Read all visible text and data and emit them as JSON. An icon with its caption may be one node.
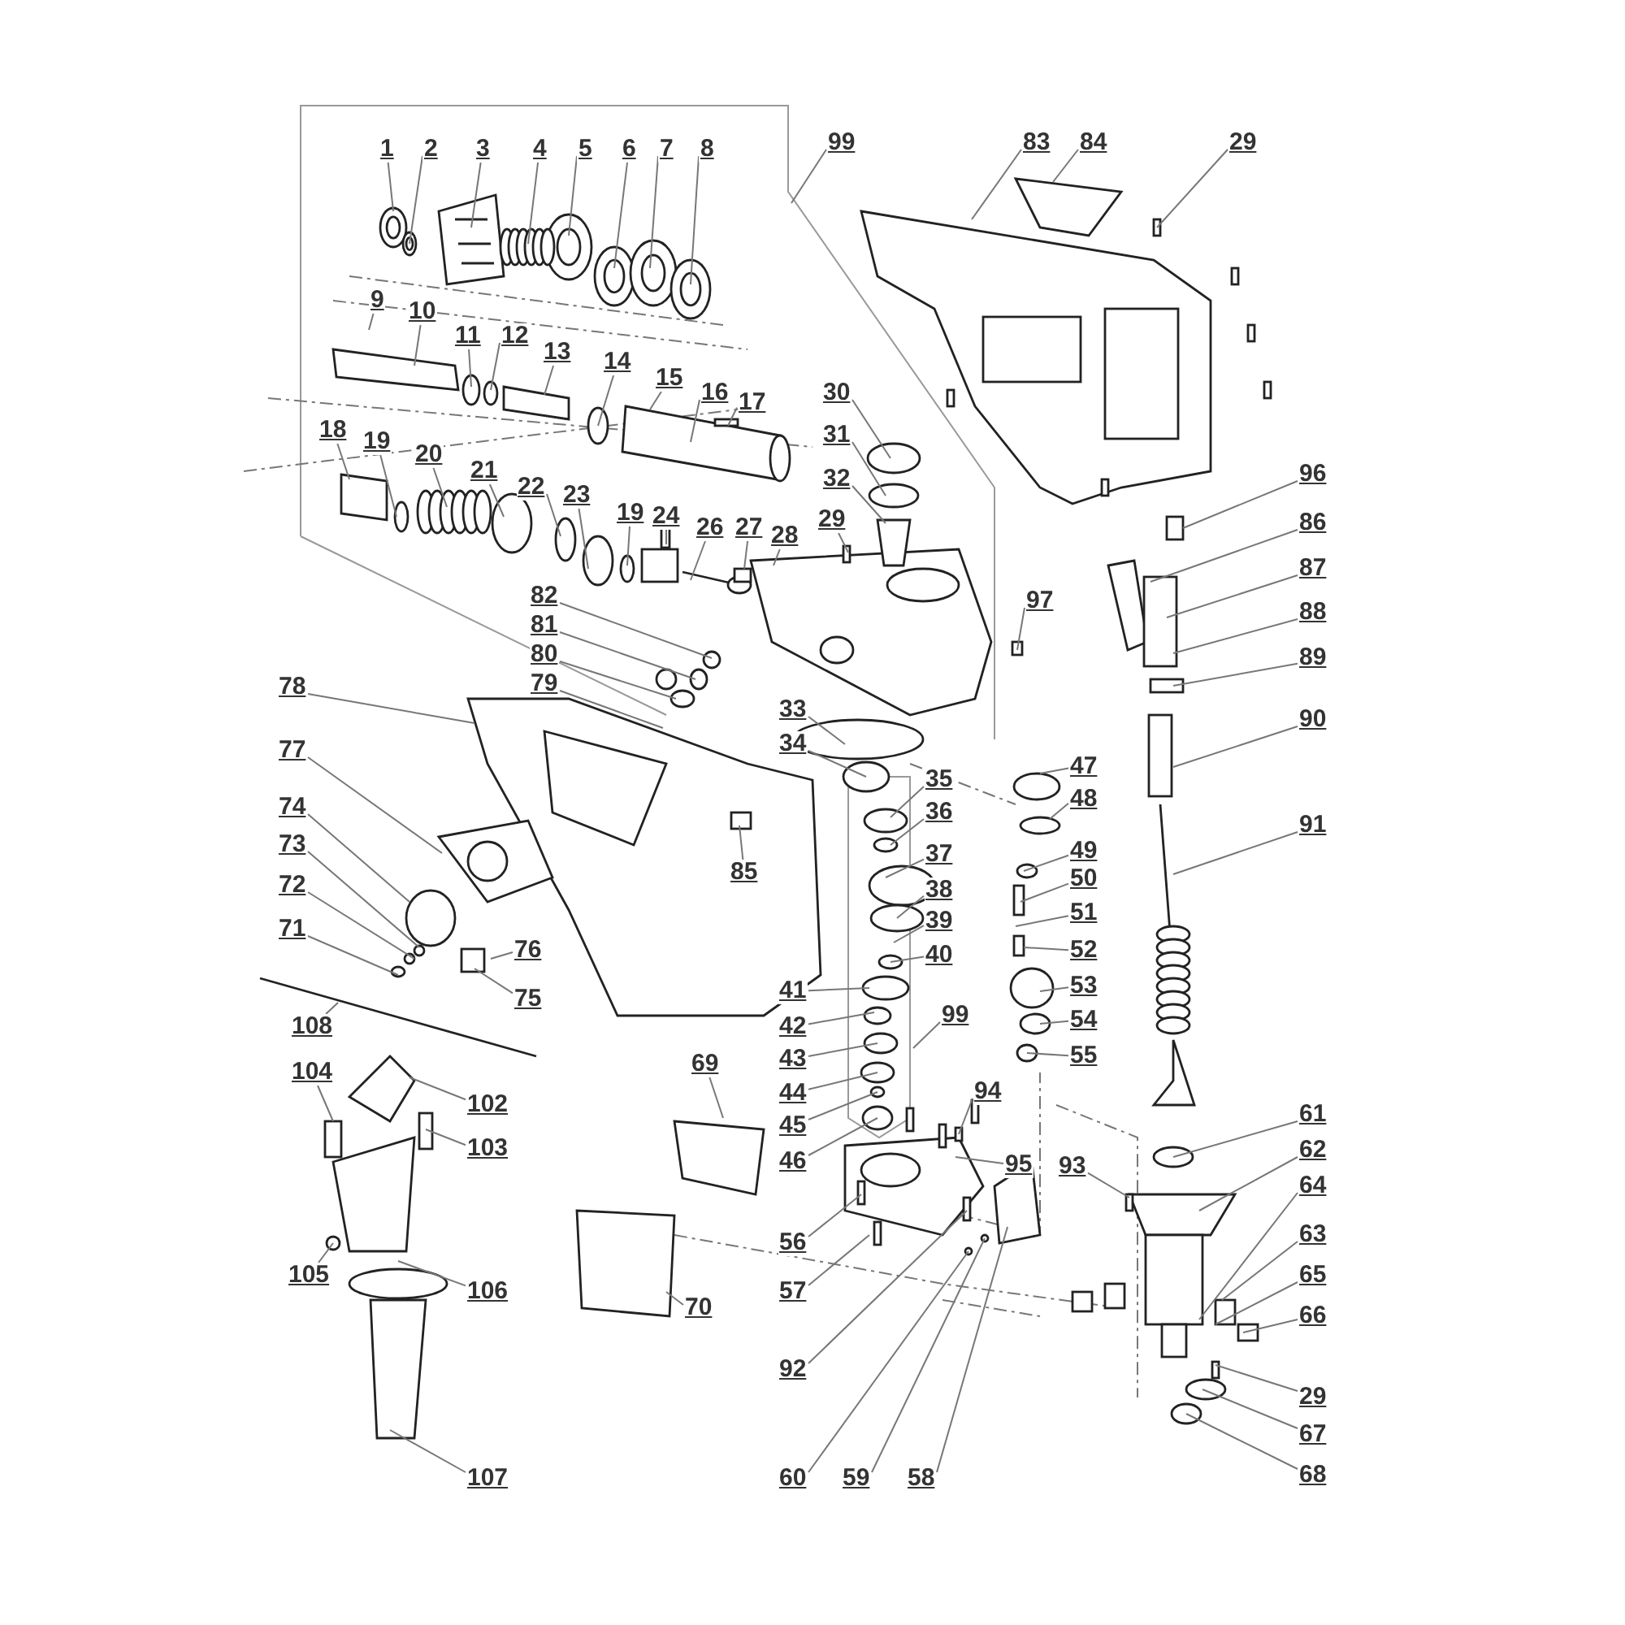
{
  "diagram": {
    "nodes": [
      {
        "text": [
          "1"
        ]
      },
      {
        "text": [
          "2"
        ]
      },
      {
        "text": [
          "3"
        ]
      },
      {
        "text": [
          "4"
        ]
      },
      {
        "text": [
          "5"
        ]
      },
      {
        "text": [
          "6"
        ]
      },
      {
        "text": [
          "7"
        ]
      },
      {
        "text": [
          "8"
        ]
      },
      {
        "text": [
          "99"
        ]
      },
      {
        "text": [
          "83"
        ]
      },
      {
        "text": [
          "84"
        ]
      },
      {
        "text": [
          "29"
        ]
      },
      {
        "text": [
          "9"
        ]
      },
      {
        "text": [
          "10"
        ]
      },
      {
        "text": [
          "11"
        ]
      },
      {
        "text": [
          "12"
        ]
      },
      {
        "text": [
          "13"
        ]
      },
      {
        "text": [
          "14"
        ]
      },
      {
        "text": [
          "15"
        ]
      },
      {
        "text": [
          "16"
        ]
      },
      {
        "text": [
          "17"
        ]
      },
      {
        "text": [
          "30"
        ]
      },
      {
        "text": [
          "31"
        ]
      },
      {
        "text": [
          "32"
        ]
      },
      {
        "text": [
          "29"
        ]
      },
      {
        "text": [
          "18"
        ]
      },
      {
        "text": [
          "19"
        ]
      },
      {
        "text": [
          "20"
        ]
      },
      {
        "text": [
          "21"
        ]
      },
      {
        "text": [
          "22"
        ]
      },
      {
        "text": [
          "23"
        ]
      },
      {
        "text": [
          "19"
        ]
      },
      {
        "text": [
          "24"
        ]
      },
      {
        "text": [
          "26"
        ]
      },
      {
        "text": [
          "27"
        ]
      },
      {
        "text": [
          "28"
        ]
      },
      {
        "text": [
          "96"
        ]
      },
      {
        "text": [
          "86"
        ]
      },
      {
        "text": [
          "87"
        ]
      },
      {
        "text": [
          "88"
        ]
      },
      {
        "text": [
          "89"
        ]
      },
      {
        "text": [
          "97"
        ]
      },
      {
        "text": [
          "82"
        ]
      },
      {
        "text": [
          "81"
        ]
      },
      {
        "text": [
          "80"
        ]
      },
      {
        "text": [
          "79"
        ]
      },
      {
        "text": [
          "78"
        ]
      },
      {
        "text": [
          "33"
        ]
      },
      {
        "text": [
          "34"
        ]
      },
      {
        "text": [
          "90"
        ]
      },
      {
        "text": [
          "77"
        ]
      },
      {
        "text": [
          "85"
        ]
      },
      {
        "text": [
          "35"
        ]
      },
      {
        "text": [
          "36"
        ]
      },
      {
        "text": [
          "47"
        ]
      },
      {
        "text": [
          "48"
        ]
      },
      {
        "text": [
          "37"
        ]
      },
      {
        "text": [
          "49"
        ]
      },
      {
        "text": [
          "38"
        ]
      },
      {
        "text": [
          "74"
        ]
      },
      {
        "text": [
          "50"
        ]
      },
      {
        "text": [
          "39"
        ]
      },
      {
        "text": [
          "51"
        ]
      },
      {
        "text": [
          "73"
        ]
      },
      {
        "text": [
          "72"
        ]
      },
      {
        "text": [
          "40"
        ]
      },
      {
        "text": [
          "52"
        ]
      },
      {
        "text": [
          "71"
        ]
      },
      {
        "text": [
          "76"
        ]
      },
      {
        "text": [
          "91"
        ]
      },
      {
        "text": [
          "41"
        ]
      },
      {
        "text": [
          "53"
        ]
      },
      {
        "text": [
          "99"
        ]
      },
      {
        "text": [
          "75"
        ]
      },
      {
        "text": [
          "42"
        ]
      },
      {
        "text": [
          "54"
        ]
      },
      {
        "text": [
          "108"
        ]
      },
      {
        "text": [
          "43"
        ]
      },
      {
        "text": [
          "55"
        ]
      },
      {
        "text": [
          "44"
        ]
      },
      {
        "text": [
          "69"
        ]
      },
      {
        "text": [
          "104"
        ]
      },
      {
        "text": [
          "94"
        ]
      },
      {
        "text": [
          "45"
        ]
      },
      {
        "text": [
          "102"
        ]
      },
      {
        "text": [
          "61"
        ]
      },
      {
        "text": [
          "46"
        ]
      },
      {
        "text": [
          "103"
        ]
      },
      {
        "text": [
          "62"
        ]
      },
      {
        "text": [
          "64"
        ]
      },
      {
        "text": [
          "93"
        ]
      },
      {
        "text": [
          "95"
        ]
      },
      {
        "text": [
          "63"
        ]
      },
      {
        "text": [
          "56"
        ]
      },
      {
        "text": [
          "65"
        ]
      },
      {
        "text": [
          "57"
        ]
      },
      {
        "text": [
          "105"
        ]
      },
      {
        "text": [
          "106"
        ]
      },
      {
        "text": [
          "70"
        ]
      },
      {
        "text": [
          "66"
        ]
      },
      {
        "text": [
          "92"
        ]
      },
      {
        "text": [
          "29"
        ]
      },
      {
        "text": [
          "67"
        ]
      },
      {
        "text": [
          "68"
        ]
      },
      {
        "text": [
          "60"
        ]
      },
      {
        "text": [
          "59"
        ]
      },
      {
        "text": [
          "58"
        ]
      },
      {
        "text": [
          "107"
        ]
      }
    ],
    "edges": [
      {
        "from": 0,
        "to": null,
        "arrow": "none"
      },
      {
        "from": 1,
        "to": null,
        "arrow": "none"
      },
      {
        "from": 2,
        "to": null,
        "arrow": "none"
      },
      {
        "from": 3,
        "to": null,
        "arrow": "none"
      },
      {
        "from": 4,
        "to": null,
        "arrow": "none"
      },
      {
        "from": 5,
        "to": null,
        "arrow": "none"
      },
      {
        "from": 6,
        "to": null,
        "arrow": "none"
      },
      {
        "from": 7,
        "to": null,
        "arrow": "none"
      },
      {
        "from": 8,
        "to": null,
        "arrow": "none"
      },
      {
        "from": 9,
        "to": null,
        "arrow": "none"
      },
      {
        "from": 10,
        "to": null,
        "arrow": "none"
      },
      {
        "from": 11,
        "to": null,
        "arrow": "none"
      },
      {
        "from": 12,
        "to": null,
        "arrow": "none"
      },
      {
        "from": 13,
        "to": null,
        "arrow": "none"
      },
      {
        "from": 14,
        "to": null,
        "arrow": "none"
      },
      {
        "from": 15,
        "to": null,
        "arrow": "none"
      },
      {
        "from": 16,
        "to": null,
        "arrow": "none"
      },
      {
        "from": 17,
        "to": null,
        "arrow": "none"
      },
      {
        "from": 18,
        "to": null,
        "arrow": "none"
      },
      {
        "from": 19,
        "to": null,
        "arrow": "none"
      },
      {
        "from": 20,
        "to": null,
        "arrow": "none"
      },
      {
        "from": 21,
        "to": null,
        "arrow": "none"
      },
      {
        "from": 22,
        "to": null,
        "arrow": "none"
      },
      {
        "from": 23,
        "to": null,
        "arrow": "none"
      },
      {
        "from": 24,
        "to": null,
        "arrow": "none"
      },
      {
        "from": 25,
        "to": null,
        "arrow": "none"
      },
      {
        "from": 26,
        "to": null,
        "arrow": "none"
      },
      {
        "from": 27,
        "to": null,
        "arrow": "none"
      },
      {
        "from": 28,
        "to": null,
        "arrow": "none"
      },
      {
        "from": 29,
        "to": null,
        "arrow": "none"
      },
      {
        "from": 30,
        "to": null,
        "arrow": "none"
      },
      {
        "from": 31,
        "to": null,
        "arrow": "none"
      },
      {
        "from": 32,
        "to": null,
        "arrow": "none"
      },
      {
        "from": 33,
        "to": null,
        "arrow": "none"
      },
      {
        "from": 34,
        "to": null,
        "arrow": "none"
      },
      {
        "from": 35,
        "to": null,
        "arrow": "none"
      },
      {
        "from": 36,
        "to": null,
        "arrow": "none"
      },
      {
        "from": 37,
        "to": null,
        "arrow": "none"
      },
      {
        "from": 38,
        "to": null,
        "arrow": "none"
      },
      {
        "from": 39,
        "to": null,
        "arrow": "none"
      },
      {
        "from": 40,
        "to": null,
        "arrow": "none"
      },
      {
        "from": 41,
        "to": null,
        "arrow": "none"
      },
      {
        "from": 42,
        "to": null,
        "arrow": "none"
      },
      {
        "from": 43,
        "to": null,
        "arrow": "none"
      },
      {
        "from": 44,
        "to": null,
        "arrow": "none"
      },
      {
        "from": 45,
        "to": null,
        "arrow": "none"
      },
      {
        "from": 46,
        "to": null,
        "arrow": "none"
      },
      {
        "from": 47,
        "to": null,
        "arrow": "none"
      },
      {
        "from": 48,
        "to": null,
        "arrow": "none"
      },
      {
        "from": 49,
        "to": null,
        "arrow": "none"
      },
      {
        "from": 50,
        "to": null,
        "arrow": "none"
      },
      {
        "from": 51,
        "to": null,
        "arrow": "none"
      },
      {
        "from": 52,
        "to": null,
        "arrow": "none"
      },
      {
        "from": 53,
        "to": null,
        "arrow": "none"
      },
      {
        "from": 54,
        "to": null,
        "arrow": "none"
      },
      {
        "from": 55,
        "to": null,
        "arrow": "none"
      },
      {
        "from": 56,
        "to": null,
        "arrow": "none"
      },
      {
        "from": 57,
        "to": null,
        "arrow": "none"
      },
      {
        "from": 58,
        "to": null,
        "arrow": "none"
      },
      {
        "from": 59,
        "to": null,
        "arrow": "none"
      },
      {
        "from": 60,
        "to": null,
        "arrow": "none"
      },
      {
        "from": 61,
        "to": null,
        "arrow": "none"
      },
      {
        "from": 62,
        "to": null,
        "arrow": "none"
      },
      {
        "from": 63,
        "to": null,
        "arrow": "none"
      },
      {
        "from": 64,
        "to": null,
        "arrow": "none"
      },
      {
        "from": 65,
        "to": null,
        "arrow": "none"
      },
      {
        "from": 66,
        "to": null,
        "arrow": "none"
      },
      {
        "from": 67,
        "to": null,
        "arrow": "none"
      },
      {
        "from": 68,
        "to": null,
        "arrow": "none"
      },
      {
        "from": 69,
        "to": null,
        "arrow": "none"
      },
      {
        "from": 70,
        "to": null,
        "arrow": "none"
      },
      {
        "from": 71,
        "to": null,
        "arrow": "none"
      },
      {
        "from": 72,
        "to": null,
        "arrow": "none"
      },
      {
        "from": 73,
        "to": null,
        "arrow": "none"
      },
      {
        "from": 74,
        "to": null,
        "arrow": "none"
      },
      {
        "from": 75,
        "to": null,
        "arrow": "none"
      },
      {
        "from": 76,
        "to": null,
        "arrow": "none"
      },
      {
        "from": 77,
        "to": null,
        "arrow": "none"
      },
      {
        "from": 78,
        "to": null,
        "arrow": "none"
      },
      {
        "from": 79,
        "to": null,
        "arrow": "none"
      },
      {
        "from": 80,
        "to": null,
        "arrow": "none"
      },
      {
        "from": 81,
        "to": null,
        "arrow": "none"
      },
      {
        "from": 82,
        "to": null,
        "arrow": "none"
      },
      {
        "from": 83,
        "to": null,
        "arrow": "none"
      },
      {
        "from": 84,
        "to": null,
        "arrow": "none"
      },
      {
        "from": 85,
        "to": null,
        "arrow": "none"
      },
      {
        "from": 86,
        "to": null,
        "arrow": "none"
      },
      {
        "from": 87,
        "to": null,
        "arrow": "none"
      },
      {
        "from": 88,
        "to": null,
        "arrow": "none"
      },
      {
        "from": 89,
        "to": null,
        "arrow": "none"
      },
      {
        "from": 90,
        "to": null,
        "arrow": "none"
      },
      {
        "from": 91,
        "to": null,
        "arrow": "none"
      },
      {
        "from": 92,
        "to": null,
        "arrow": "none"
      },
      {
        "from": 93,
        "to": null,
        "arrow": "none"
      },
      {
        "from": 94,
        "to": null,
        "arrow": "none"
      },
      {
        "from": 95,
        "to": null,
        "arrow": "none"
      },
      {
        "from": 96,
        "to": null,
        "arrow": "none"
      },
      {
        "from": 97,
        "to": null,
        "arrow": "none"
      },
      {
        "from": 98,
        "to": null,
        "arrow": "none"
      },
      {
        "from": 99,
        "to": null,
        "arrow": "none"
      },
      {
        "from": 100,
        "to": null,
        "arrow": "none"
      },
      {
        "from": 101,
        "to": null,
        "arrow": "none"
      },
      {
        "from": 102,
        "to": null,
        "arrow": "none"
      },
      {
        "from": 103,
        "to": null,
        "arrow": "none"
      },
      {
        "from": 104,
        "to": null,
        "arrow": "none"
      },
      {
        "from": 105,
        "to": null,
        "arrow": "none"
      },
      {
        "from": 106,
        "to": null,
        "arrow": "none"
      },
      {
        "from": 107,
        "to": null,
        "arrow": "none"
      }
    ]
  }
}
